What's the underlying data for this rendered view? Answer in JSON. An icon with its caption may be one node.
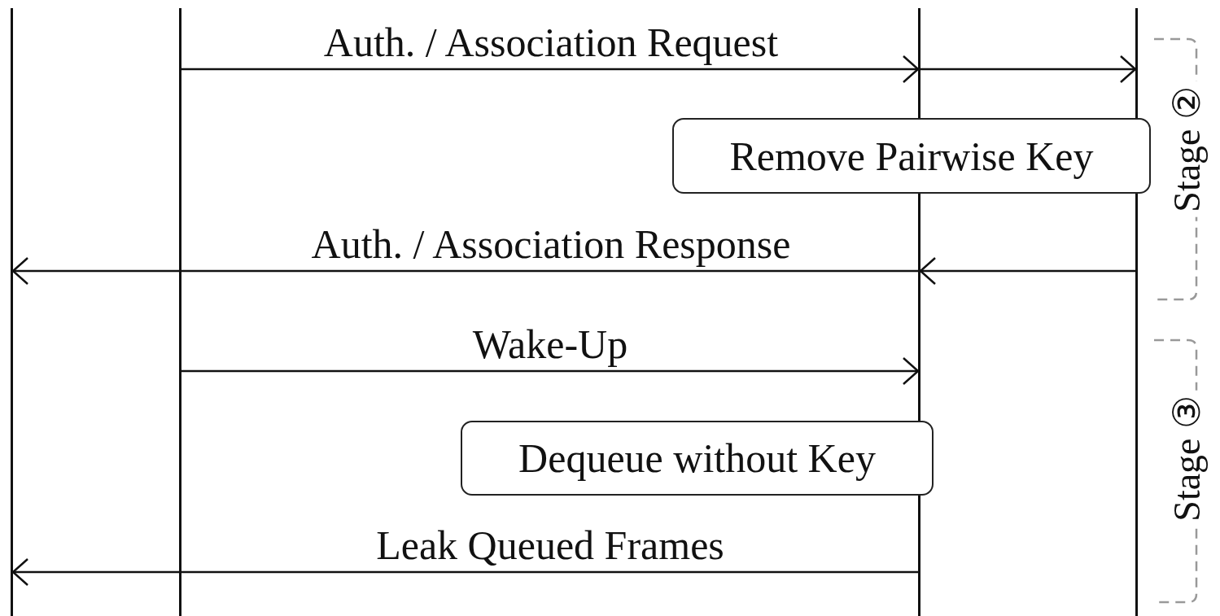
{
  "diagram": {
    "nodes": [
      {
        "text": [],
        "shape": "line"
      },
      {
        "text": [],
        "shape": "line"
      },
      {
        "text": [],
        "shape": "line"
      },
      {
        "text": [],
        "shape": "line"
      },
      {
        "text": [
          "Remove Pairwise Key"
        ]
      },
      {
        "text": [
          "Dequeue without Key"
        ]
      }
    ],
    "edges": [
      {
        "from": 1,
        "to": 2,
        "arrow": "to",
        "label": "Auth. / Association Request"
      },
      {
        "from": 2,
        "to": 3,
        "arrow": "to"
      },
      {
        "from": 3,
        "to": 2,
        "arrow": "to"
      },
      {
        "from": 2,
        "to": 0,
        "arrow": "to",
        "label": "Auth. / Association Response"
      },
      {
        "from": 1,
        "to": 2,
        "arrow": "to",
        "label": "Wake-Up"
      },
      {
        "from": 2,
        "to": 0,
        "arrow": "to",
        "label": "Leak Queued Frames"
      }
    ],
    "labels": [
      "Stage ②",
      "Stage ③"
    ]
  }
}
